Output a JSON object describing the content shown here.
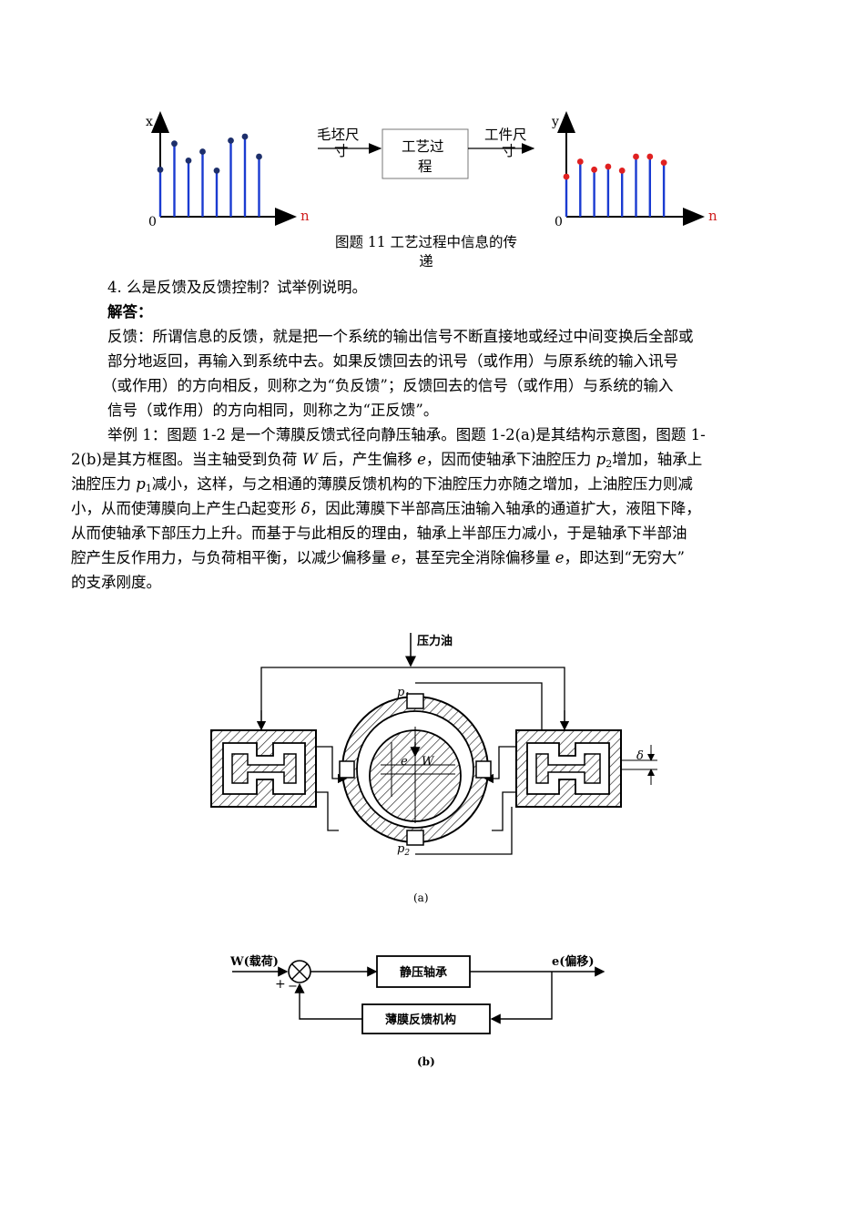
{
  "figure11": {
    "left_axis": {
      "y_label": "x",
      "origin": "0",
      "n_label": "n"
    },
    "right_axis": {
      "y_label": "y",
      "origin": "0",
      "n_label": "n"
    },
    "left_values": [
      0.47,
      0.73,
      0.56,
      0.65,
      0.46,
      0.76,
      0.8,
      0.6
    ],
    "right_values": [
      0.4,
      0.55,
      0.47,
      0.5,
      0.46,
      0.6,
      0.6,
      0.54
    ],
    "left_color": "#1a3bd1",
    "left_dot_color": "#1d2f6b",
    "right_color": "#1a3bd1",
    "right_dot_color": "#e02020",
    "in_label_1": "毛坯尺",
    "in_label_2": "寸",
    "box_label_1": "工艺过",
    "box_label_2": "程",
    "out_label_1": "工件尺",
    "out_label_2": "寸",
    "caption_1": "图题 11   工艺过程中信息的传",
    "caption_2": "递"
  },
  "question": "4.     么是反馈及反馈控制？试举例说明。",
  "answer_label": "解答：",
  "para1": [
    "反馈：所谓信息的反馈，就是把一个系统的输出信号不断直接地或经过中间变换后全部或",
    "部分地返回，再输入到系统中去。如果反馈回去的讯号（或作用）与原系统的输入讯号",
    "（或作用）的方向相反，则称之为“负反馈”；反馈回去的信号（或作用）与系统的输入",
    "信号（或作用）的方向相同，则称之为“正反馈”。"
  ],
  "para2": {
    "l1": "举例 1：图题 1-2 是一个薄膜反馈式径向静压轴承。图题 1-2(a)是其结构示意图，图题 1-",
    "l2a": "2(b)是其方框图。当主轴受到负荷 ",
    "W": "W",
    "l2b": " 后，产生偏移 ",
    "e": "e",
    "l2c": "，因而使轴承下油腔压力 ",
    "p": "p",
    "sub2": "2",
    "l2d": "增加，轴承上",
    "l3a": "油腔压力 ",
    "sub1": "1",
    "l3b": "减小，这样，与之相通的薄膜反馈机构的下油腔压力亦随之增加，上油腔压力则减",
    "l4a": "小，从而使薄膜向上产生凸起变形 ",
    "delta": "δ",
    "l4b": "，因此薄膜下半部高压油输入轴承的通道扩大，液阻下降，",
    "l5": "从而使轴承下部压力上升。而基于与此相反的理由，轴承上半部压力减小，于是轴承下半部油",
    "l6a": "腔产生反作用力，与负荷相平衡，以减少偏移量 ",
    "l6b": "，甚至完全消除偏移量 ",
    "l6c": "，即达到“无穷大”",
    "l7": "的支承刚度。"
  },
  "fig_a": {
    "oil_label": "压力油",
    "p1": "p",
    "p1_sub": "1",
    "p2": "p",
    "p2_sub": "2",
    "e": "e",
    "W": "W",
    "delta": "δ",
    "caption": "(a)"
  },
  "fig_b": {
    "input": "W(载荷)",
    "plus": "+",
    "minus": "−",
    "block1": "静压轴承",
    "block2": "薄膜反馈机构",
    "output": "e(偏移)",
    "caption": "(b)"
  }
}
